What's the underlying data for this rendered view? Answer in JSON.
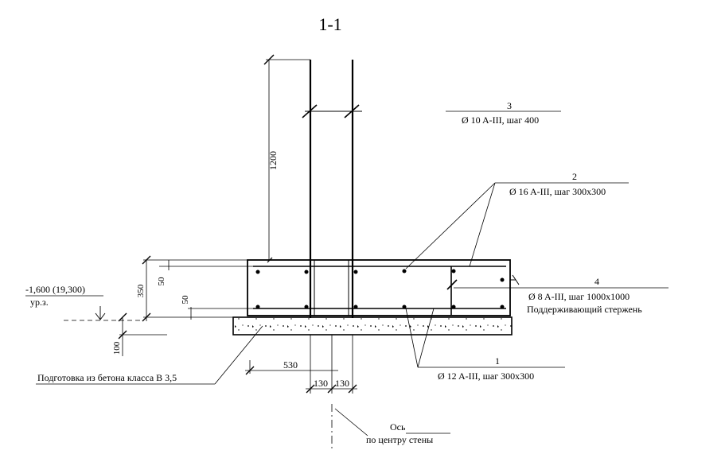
{
  "drawing": {
    "section_title": "1-1",
    "dimensions": {
      "column_height": "1200",
      "slab_thickness": "350",
      "top_cover": "50",
      "bottom_cover": "50",
      "prep_thickness": "100",
      "offset_left": "530",
      "half_width_left": "130",
      "half_width_right": "130"
    },
    "elevation": {
      "value": "-1,600 (19,300)",
      "label": "ур.з."
    },
    "callouts": [
      {
        "number": "3",
        "spec": "Ø 10 A-III, шаг 400"
      },
      {
        "number": "2",
        "spec": "Ø 16 A-III, шаг 300x300"
      },
      {
        "number": "4",
        "spec": "Ø 8 A-III, шаг 1000x1000",
        "note": "Поддерживающий стержень"
      },
      {
        "number": "1",
        "spec": "Ø 12 A-III, шаг 300x300"
      }
    ],
    "preparation_label": "Подготовка из бетона класса В 3,5",
    "axis_label_line1": "Ось",
    "axis_label_line2": "по центру стены"
  }
}
